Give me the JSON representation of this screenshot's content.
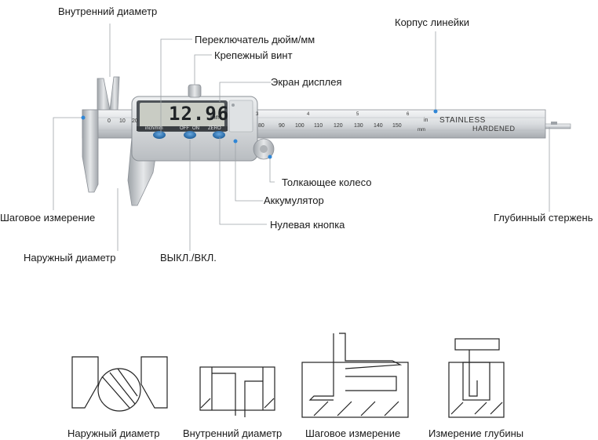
{
  "callouts": {
    "inner_diameter": "Внутренний диаметр",
    "inch_mm_switch": "Переключатель дюйм/мм",
    "fixing_screw": "Крепежный винт",
    "display_screen": "Экран дисплея",
    "ruler_body": "Корпус линейки",
    "thumb_wheel": "Толкающее колесо",
    "battery": "Аккумулятор",
    "zero_button": "Нулевая кнопка",
    "step_measurement": "Шаговое измерение",
    "depth_rod": "Глубинный стержень",
    "outer_diameter": "Наружный диаметр",
    "off_on": "ВЫКЛ./ВКЛ."
  },
  "display": {
    "reading": "12.96",
    "unit": "mm",
    "button_labels": [
      "inch/mm",
      "OFF",
      "ON",
      "ZERO"
    ]
  },
  "scale": {
    "beam_numbers": [
      "0",
      "10",
      "20",
      "80",
      "90",
      "100",
      "110",
      "120",
      "130",
      "140",
      "150"
    ],
    "inch_numbers": [
      "3",
      "4",
      "5",
      "6"
    ],
    "inch_unit": "in",
    "mm_unit": "mm",
    "brand_line1": "STAINLESS",
    "brand_line2": "HARDENED"
  },
  "methods": {
    "outer_diameter": "Наружный диаметр",
    "inner_diameter": "Внутренний диаметр",
    "step_measurement": "Шаговое измерение",
    "depth_measurement": "Измерение глубины"
  },
  "colors": {
    "accent": "#2f86d6",
    "steel_light": "#e8eaec",
    "steel_dark": "#8b9096",
    "lcd": "#c9ccc4"
  }
}
